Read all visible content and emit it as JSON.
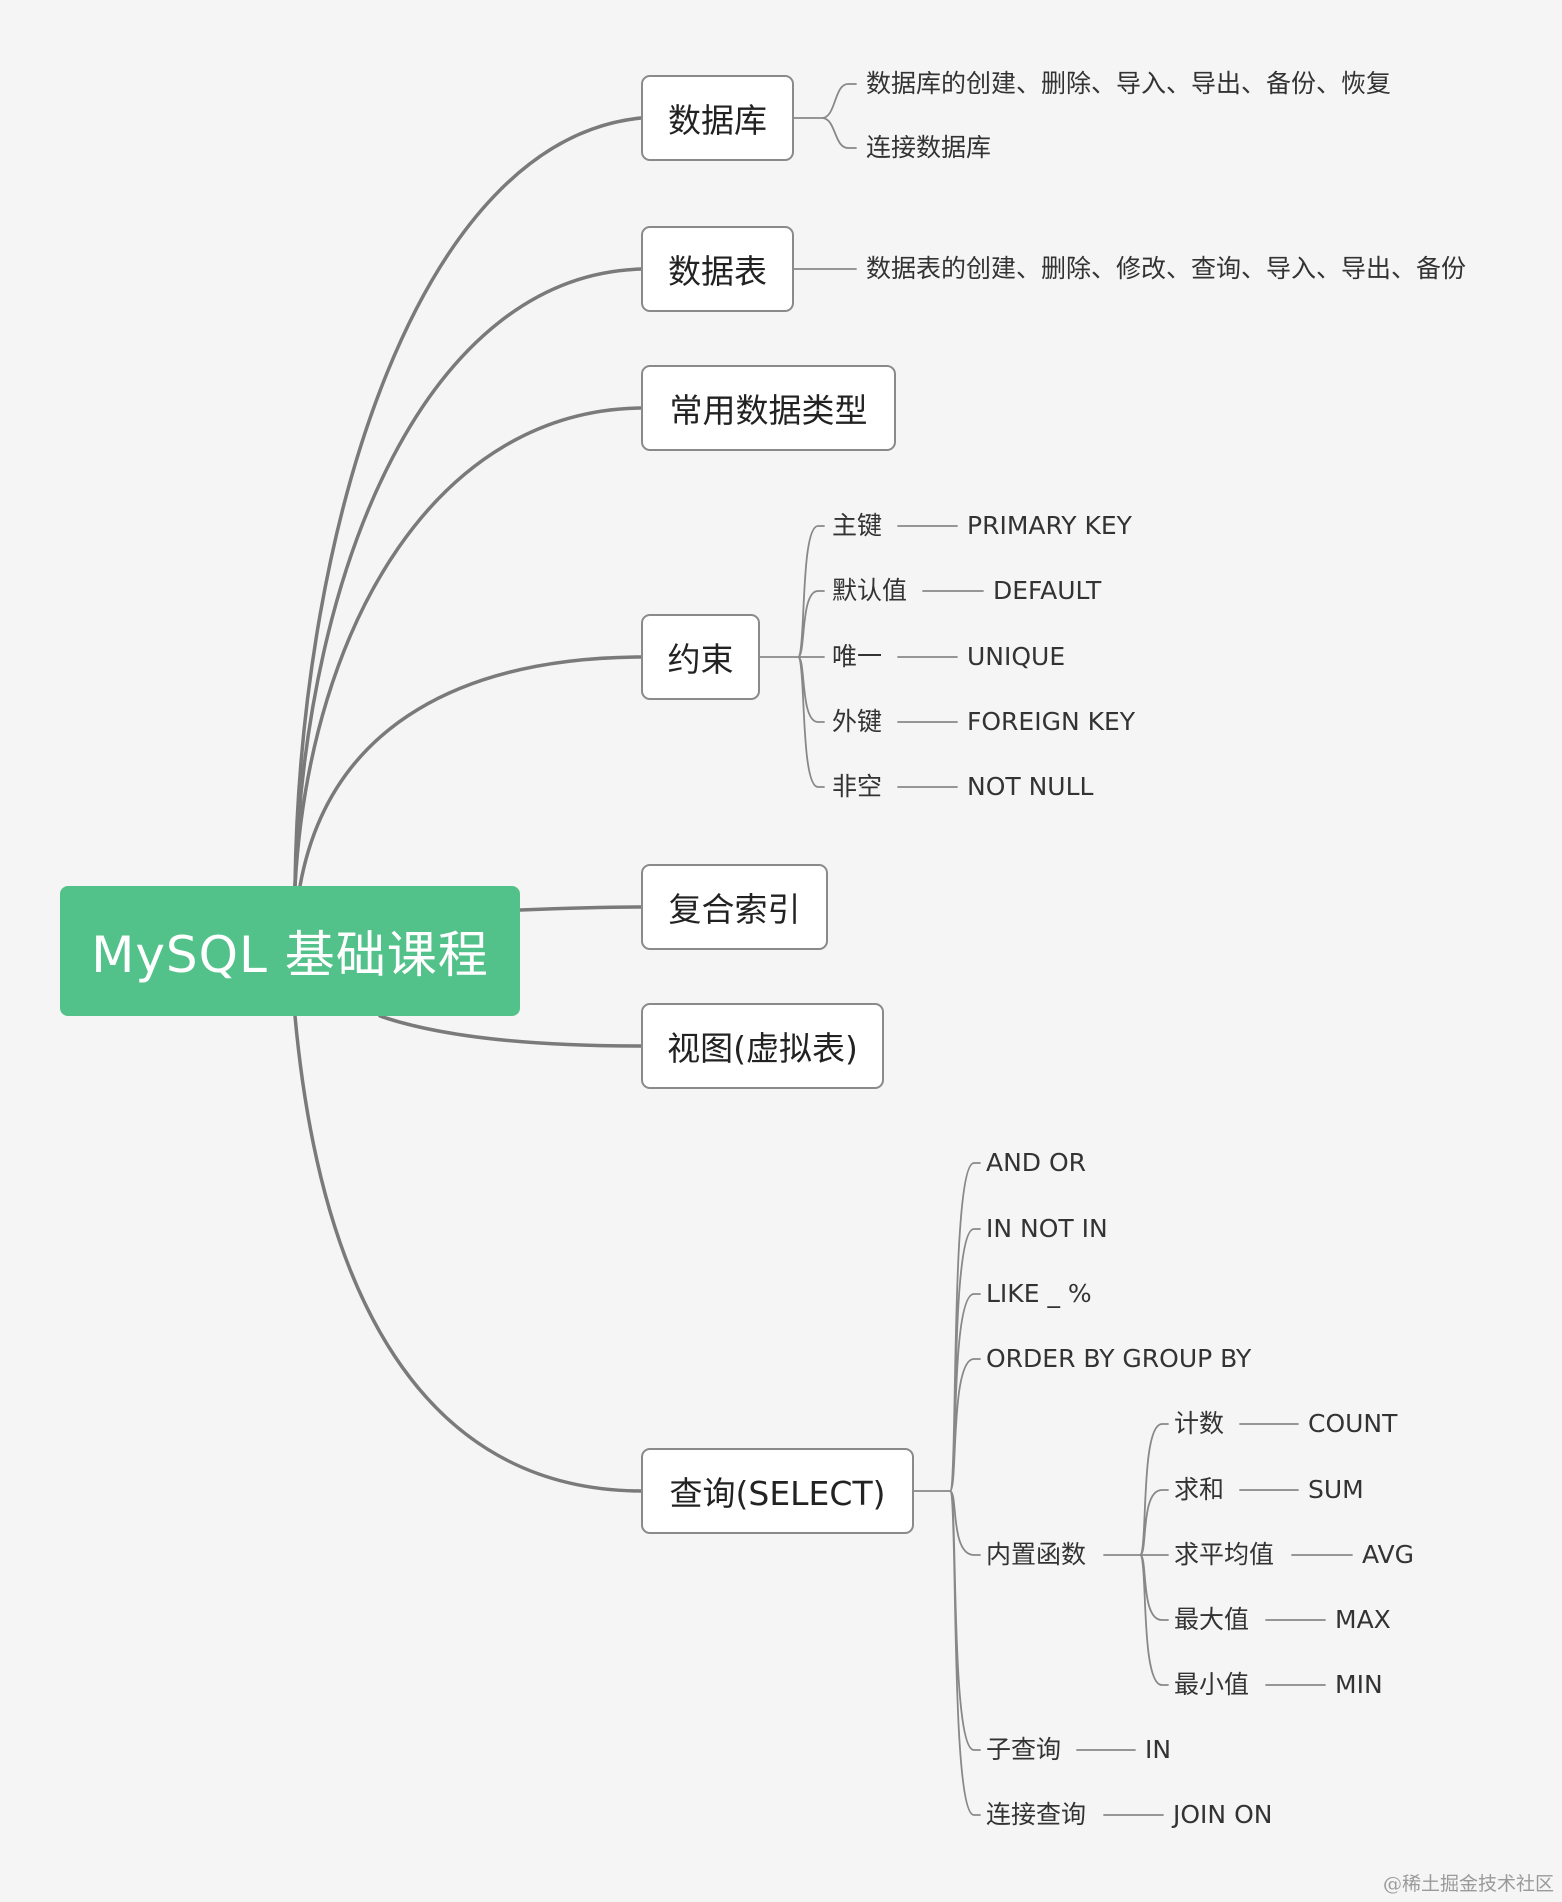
{
  "root": {
    "label": "MySQL 基础课程"
  },
  "branches": {
    "database": {
      "label": "数据库",
      "children": [
        "数据库的创建、删除、导入、导出、备份、恢复",
        "连接数据库"
      ]
    },
    "table": {
      "label": "数据表",
      "children": [
        "数据表的创建、删除、修改、查询、导入、导出、备份"
      ]
    },
    "datatypes": {
      "label": "常用数据类型"
    },
    "constraints": {
      "label": "约束",
      "items": [
        {
          "name": "主键",
          "keyword": "PRIMARY KEY"
        },
        {
          "name": "默认值",
          "keyword": "DEFAULT"
        },
        {
          "name": "唯一",
          "keyword": "UNIQUE"
        },
        {
          "name": "外键",
          "keyword": "FOREIGN KEY"
        },
        {
          "name": "非空",
          "keyword": "NOT NULL"
        }
      ]
    },
    "composite_index": {
      "label": "复合索引"
    },
    "view": {
      "label": "视图(虚拟表)"
    },
    "select": {
      "label": "查询(SELECT)",
      "operators": [
        "AND OR",
        "IN NOT IN",
        "LIKE _ %",
        "ORDER BY GROUP BY"
      ],
      "builtin": {
        "label": "内置函数",
        "items": [
          {
            "name": "计数",
            "keyword": "COUNT"
          },
          {
            "name": "求和",
            "keyword": "SUM"
          },
          {
            "name": "求平均值",
            "keyword": "AVG"
          },
          {
            "name": "最大值",
            "keyword": "MAX"
          },
          {
            "name": "最小值",
            "keyword": "MIN"
          }
        ]
      },
      "subquery": {
        "name": "子查询",
        "keyword": "IN"
      },
      "join": {
        "name": "连接查询",
        "keyword": "JOIN ON"
      }
    }
  },
  "watermark": "@稀土掘金技术社区"
}
